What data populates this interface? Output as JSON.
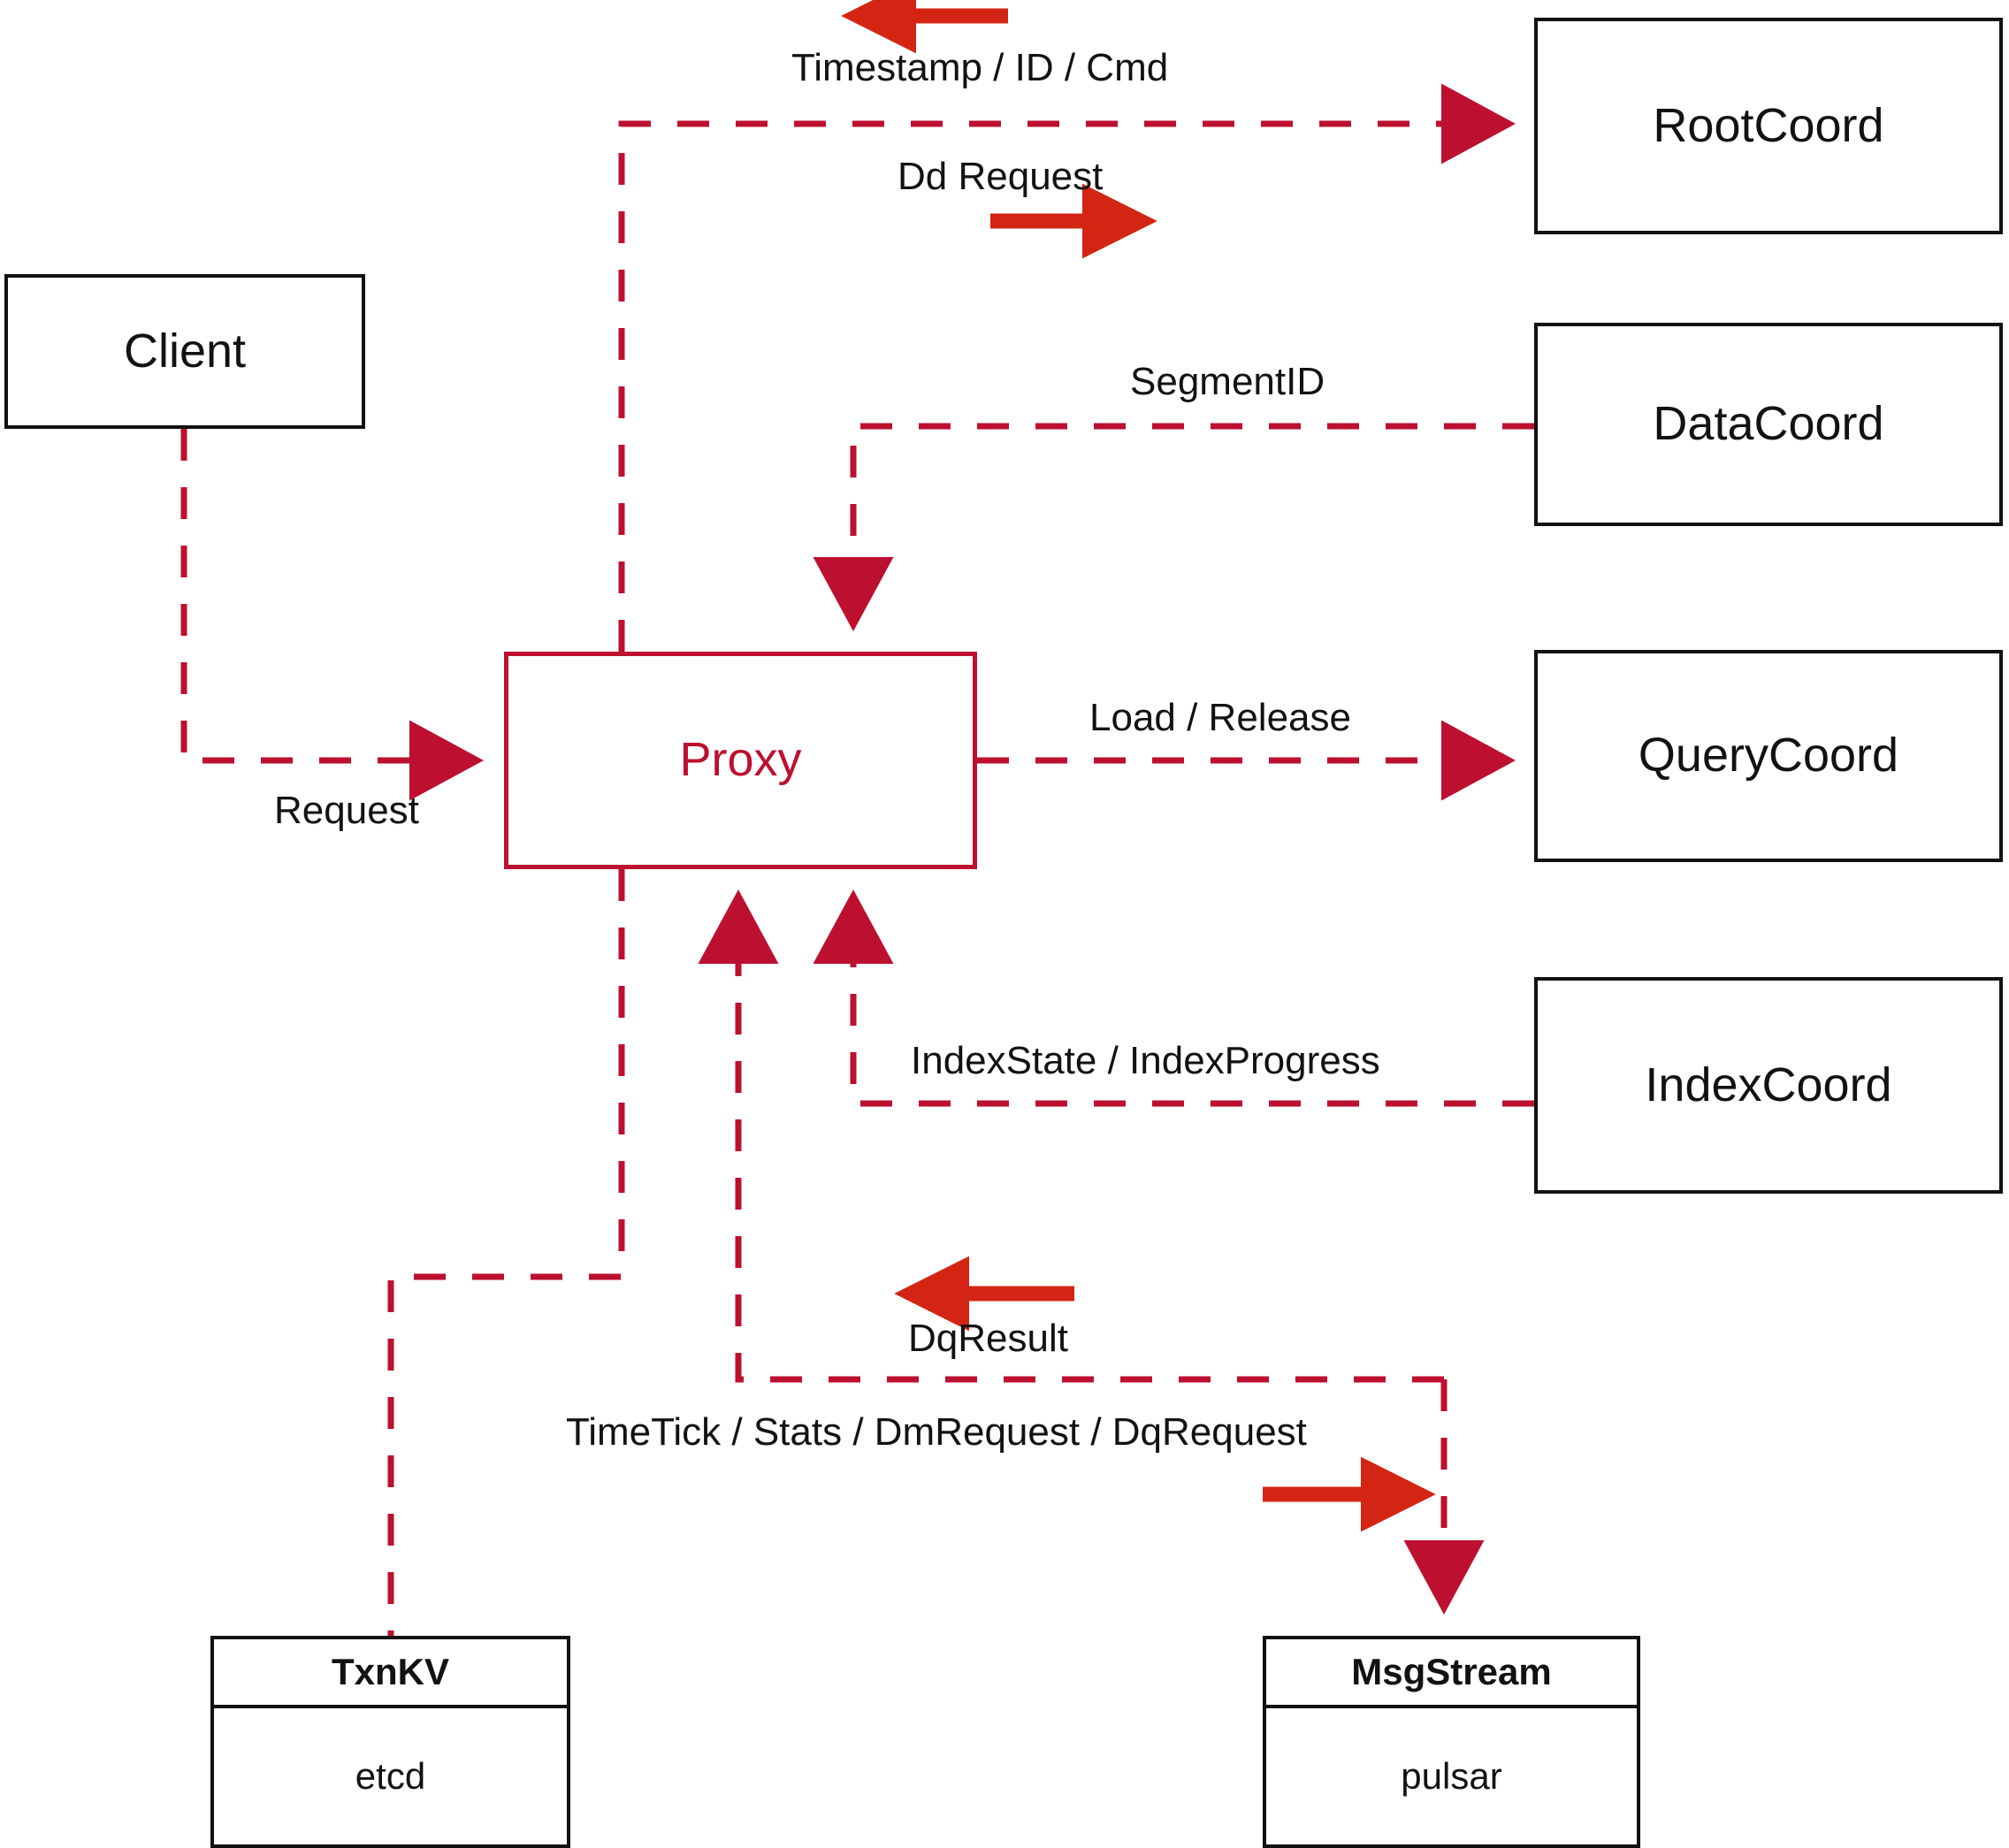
{
  "diagram": {
    "title": "Milvus Proxy interaction diagram",
    "colors": {
      "dashed_edge": "#bd1030",
      "annotation_arrow": "#d42413",
      "node_border": "#121212",
      "proxy_accent": "#bd1030",
      "background": "#ffffff"
    }
  },
  "nodes": {
    "client": {
      "label": "Client"
    },
    "proxy": {
      "label": "Proxy"
    },
    "root_coord": {
      "label": "RootCoord"
    },
    "data_coord": {
      "label": "DataCoord"
    },
    "query_coord": {
      "label": "QueryCoord"
    },
    "index_coord": {
      "label": "IndexCoord"
    },
    "txnkv": {
      "label": "TxnKV",
      "impl": "etcd"
    },
    "msgstream": {
      "label": "MsgStream",
      "impl": "pulsar"
    }
  },
  "edge_labels": {
    "timestamp_id_cmd": "Timestamp / ID / Cmd",
    "dd_request": "Dd Request",
    "segment_id": "SegmentID",
    "request": "Request",
    "load_release": "Load / Release",
    "index_state_progress": "IndexState / IndexProgress",
    "dq_result": "DqResult",
    "timetick_stats_dm_dq": "TimeTick / Stats / DmRequest / DqRequest"
  }
}
